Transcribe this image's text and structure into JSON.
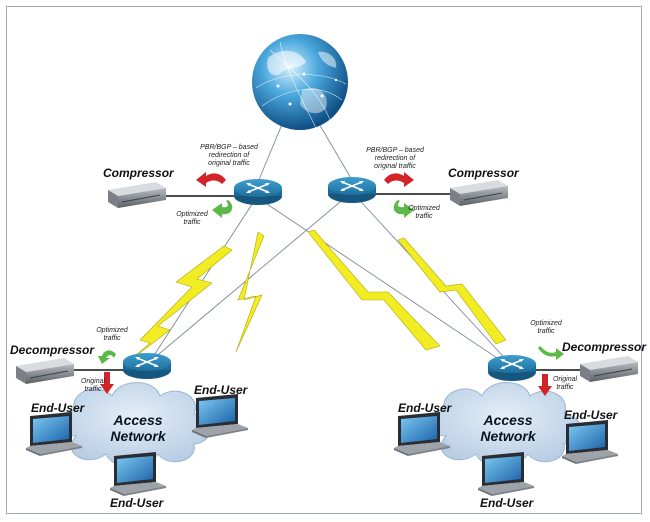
{
  "labels": {
    "compressor_left": "Compressor",
    "compressor_right": "Compressor",
    "decompressor_left": "Decompressor",
    "decompressor_right": "Decompressor",
    "enduser_left_a": "End-User",
    "enduser_left_b": "End-User",
    "enduser_left_c": "End-User",
    "enduser_right_a": "End-User",
    "enduser_right_b": "End-User",
    "enduser_right_c": "End-User",
    "cloud_left_line1": "Access",
    "cloud_left_line2": "Network",
    "cloud_right_line1": "Access",
    "cloud_right_line2": "Network"
  },
  "notes": {
    "pbr_left": [
      "PBR/BGP – based",
      "redirection of",
      "original traffic"
    ],
    "pbr_right": [
      "PBR/BGP – based",
      "redirection of",
      "original traffic"
    ],
    "optimized_top_left": [
      "Optimized",
      "traffic"
    ],
    "optimized_top_right": [
      "Optimized",
      "traffic"
    ],
    "optimized_bottom_left": [
      "Optimized",
      "traffic"
    ],
    "optimized_bottom_right": [
      "Optimized",
      "traffic"
    ],
    "original_bottom_left": [
      "Original",
      "traffic"
    ],
    "original_bottom_right": [
      "Original",
      "traffic"
    ]
  },
  "colors": {
    "router": "#2b7fb0",
    "router_dark": "#1b5a80",
    "red_arrow": "#d2232a",
    "green_arrow": "#5cb947",
    "lightning": "#f2ec22",
    "cloud": "#c7d9ec",
    "frame": "#9aa8b8"
  },
  "icons": [
    "globe-icon",
    "router-icon",
    "server-icon",
    "laptop-icon",
    "cloud-icon",
    "lightning-icon",
    "red-arrow-icon",
    "green-arrow-icon"
  ]
}
